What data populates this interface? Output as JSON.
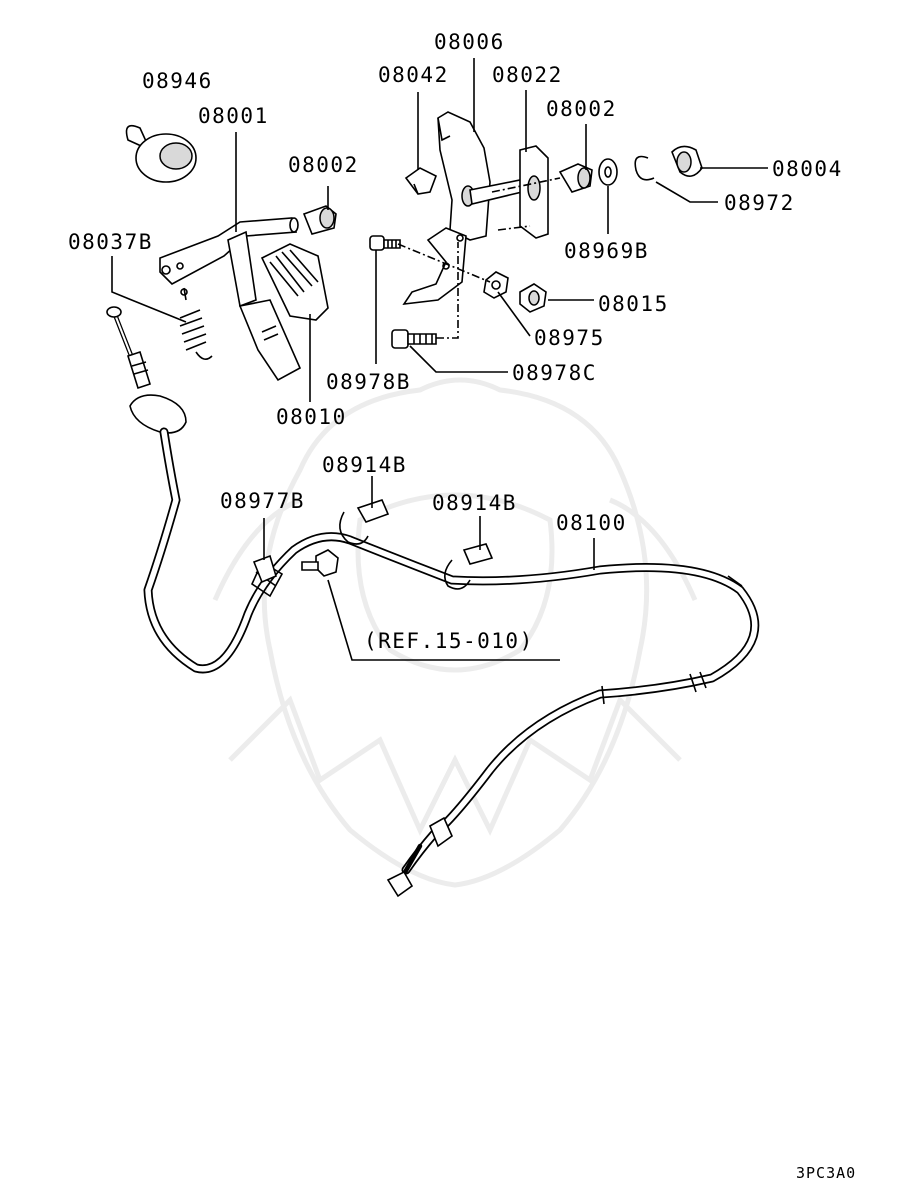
{
  "callouts": [
    {
      "id": "08006",
      "text": "08006"
    },
    {
      "id": "08946",
      "text": "08946"
    },
    {
      "id": "08042",
      "text": "08042"
    },
    {
      "id": "08022",
      "text": "08022"
    },
    {
      "id": "08001",
      "text": "08001"
    },
    {
      "id": "08002a",
      "text": "08002"
    },
    {
      "id": "08002b",
      "text": "08002"
    },
    {
      "id": "08004",
      "text": "08004"
    },
    {
      "id": "08972",
      "text": "08972"
    },
    {
      "id": "08037B",
      "text": "08037B"
    },
    {
      "id": "08969B",
      "text": "08969B"
    },
    {
      "id": "08015",
      "text": "08015"
    },
    {
      "id": "08975",
      "text": "08975"
    },
    {
      "id": "08978C",
      "text": "08978C"
    },
    {
      "id": "08978B",
      "text": "08978B"
    },
    {
      "id": "08010",
      "text": "08010"
    },
    {
      "id": "08914Ba",
      "text": "08914B"
    },
    {
      "id": "08977B",
      "text": "08977B"
    },
    {
      "id": "08914Bb",
      "text": "08914B"
    },
    {
      "id": "08100",
      "text": "08100"
    }
  ],
  "reference": "(REF.15-010)",
  "diagram_code": "3PC3A0"
}
